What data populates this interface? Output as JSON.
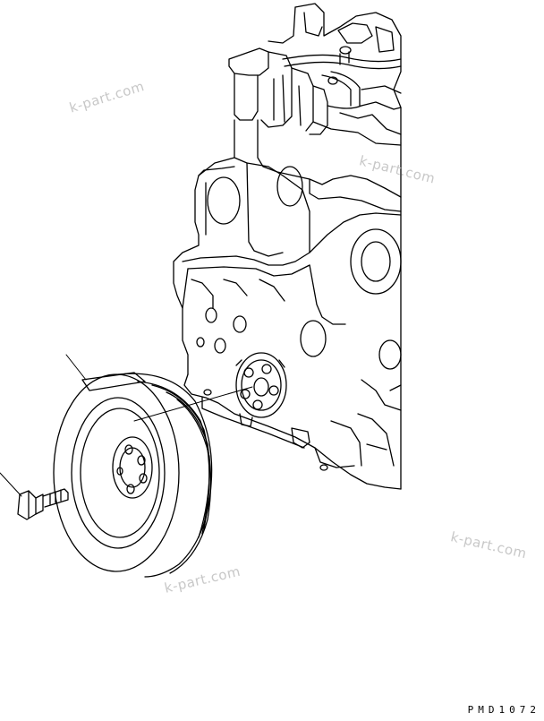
{
  "watermarks": [
    "k-part.com",
    "k-part.com",
    "k-part.com",
    "k-part.com"
  ],
  "figure_code": "PMD1072",
  "colors": {
    "line": "#000000",
    "watermark": "#c8c8c8",
    "background": "#ffffff"
  }
}
